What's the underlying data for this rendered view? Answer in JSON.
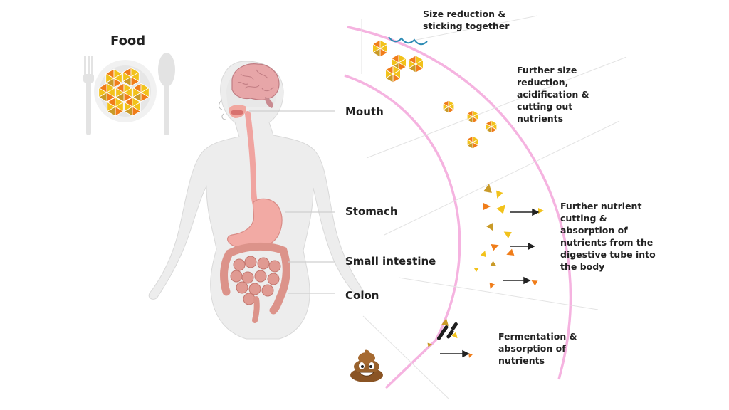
{
  "food": {
    "title": "Food"
  },
  "organs": {
    "mouth": "Mouth",
    "stomach": "Stomach",
    "small_intestine": "Small intestine",
    "colon": "Colon"
  },
  "steps": {
    "mouth": "Size reduction &\nsticking together",
    "stomach": "Further size\nreduction,\nacidification &\ncutting out\nnutrients",
    "small_intestine": "Further nutrient\ncutting &\nabsorption of\nnutrients from the\ndigestive tube into\nthe body",
    "colon": "Fermentation &\nabsorption of\nnutrients"
  },
  "icons": {
    "food": "plate-with-food-icon",
    "fork": "fork-icon",
    "spoon": "spoon-icon",
    "body": "human-body-digestive-system-icon",
    "poop": "poop-emoji-icon"
  },
  "colors": {
    "tube": "#f5b3e0",
    "food_yellow": "#f2c21b",
    "food_orange": "#f07d1a",
    "food_olive": "#c99a27",
    "body_fill": "#ededed",
    "organ_pink": "#f0a4a0",
    "intestine": "#e09a92"
  }
}
